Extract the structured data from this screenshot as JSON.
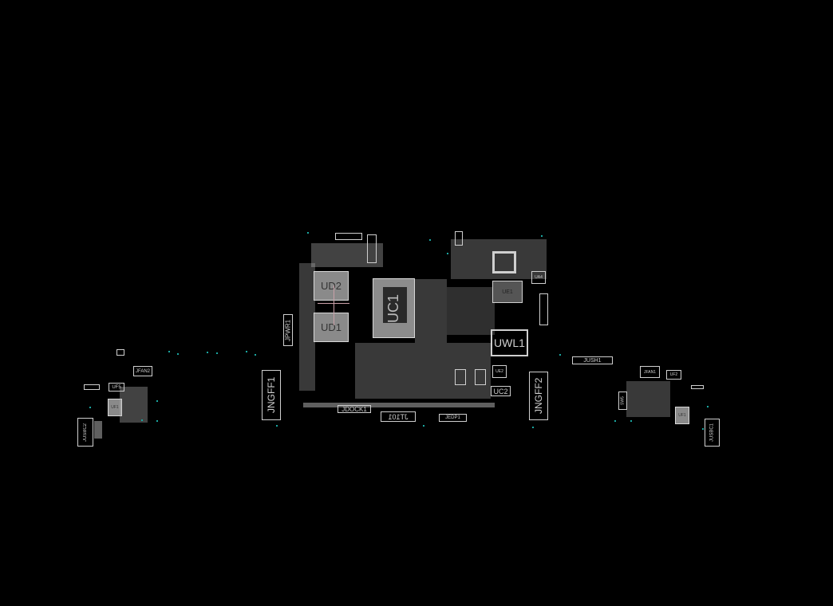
{
  "board": {
    "components": {
      "ud2": "UD2",
      "ud1": "UD1",
      "uc1": "UC1",
      "jpwr1": "JPWR1",
      "jngff1": "JNGFF1",
      "jngff2": "JNGFF2",
      "uwl1": "UWL1",
      "ue2": "UE2",
      "uc2": "UC2",
      "jdock1": "JDOCK1",
      "jt101": "JT101",
      "jedp1": "JEDP1",
      "ue1": "UE1",
      "ua4": "UA4",
      "jfan2": "JFAN2",
      "uf5": "UF5",
      "uf1": "UF1",
      "jusbc2": "JUSBC2",
      "jush1": "JUSH1",
      "jfan1": "JFAN1",
      "uf2": "UF2",
      "sw5": "SW5",
      "uf1b": "UF1",
      "jusbc1": "JUSBC1"
    }
  },
  "colors": {
    "background": "#000000",
    "outline": "#cfcfcf",
    "testpoint": "#1aa6a0"
  }
}
